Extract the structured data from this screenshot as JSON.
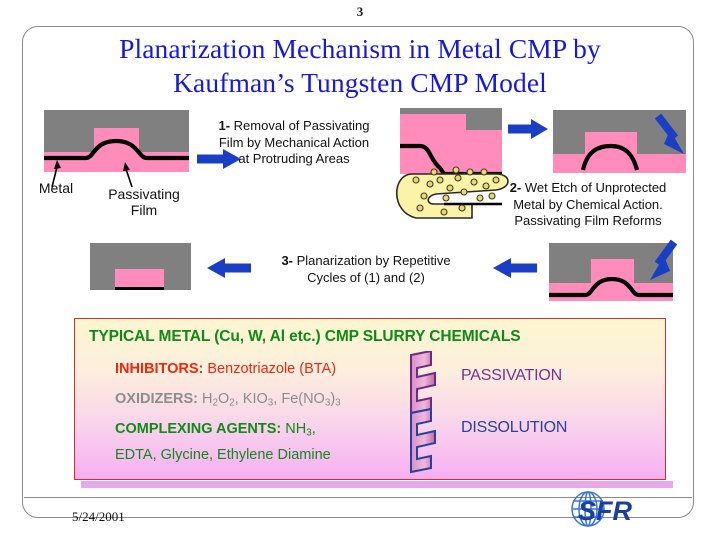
{
  "slide": {
    "page_number": "3",
    "title_line1": "Planarization Mechanism in Metal CMP by",
    "title_line2": "Kaufman’s Tungsten CMP Model",
    "footer_date": "5/24/2001",
    "title_color": "#1818d8",
    "frame_color": "#8a8a8a"
  },
  "diagrams": {
    "metal_label": "Metal",
    "passivating_label_l1": "Passivating",
    "passivating_label_l2": "Film",
    "colors": {
      "dielectric_gray": "#808080",
      "metal_pink": "#ff8cba",
      "passivating_film_black": "#000000",
      "slurry_yellow": "#fbf4a8",
      "arrow_blue": "#1a3fc4"
    }
  },
  "steps": [
    {
      "number": "1-",
      "line1": "Removal of Passivating",
      "line2": "Film by Mechanical Action",
      "line3": "at Protruding Areas"
    },
    {
      "number": "2-",
      "line1": "Wet Etch of Unprotected",
      "line2": "Metal by Chemical Action.",
      "line3": "Passivating Film Reforms"
    },
    {
      "number": "3-",
      "line1": "Planarization by Repetitive",
      "line2": "Cycles of (1) and (2)",
      "line3": ""
    }
  ],
  "chembox": {
    "heading": "TYPICAL METAL (Cu, W, Al etc.) CMP SLURRY CHEMICALS",
    "heading_color": "#0f8a18",
    "border_color": "#d03030",
    "rows": [
      {
        "key": "INHIBITORS:",
        "value": "Benzotriazole (BTA)",
        "color": "#f0270c"
      },
      {
        "key": "OXIDIZERS:",
        "value": "H2O2, KIO3, Fe(NO3)3",
        "color": "#8c8c8c"
      },
      {
        "key": "COMPLEXING AGENTS:",
        "value": "NH3,",
        "value_line2": "EDTA, Glycine, Ethylene Diamine",
        "color": "#0f8a18"
      }
    ],
    "brace_labels": [
      {
        "text": "PASSIVATION",
        "color": "#7b2f8e"
      },
      {
        "text": "DISSOLUTION",
        "color": "#27419e"
      }
    ]
  },
  "logo": {
    "text": "SFR",
    "color": "#1a3f9e"
  }
}
